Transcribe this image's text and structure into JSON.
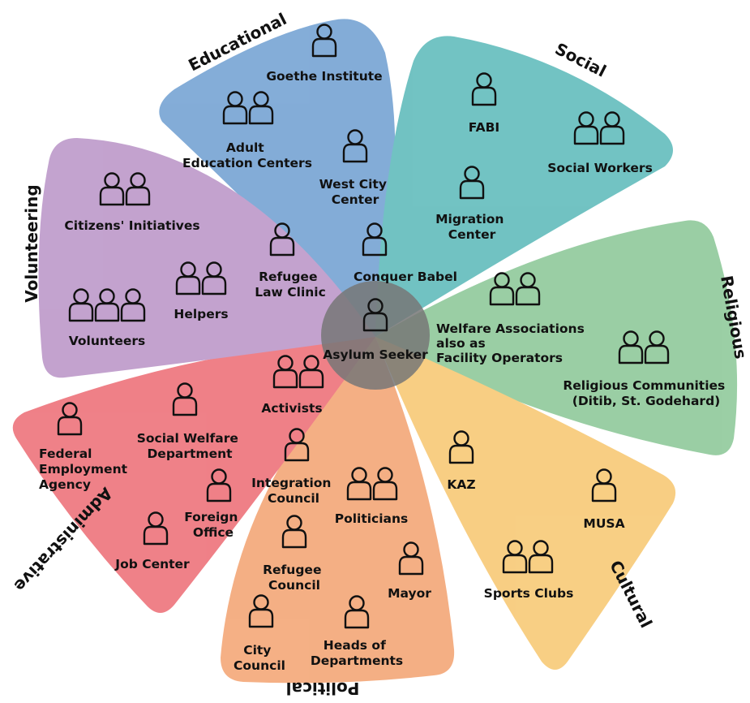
{
  "center": {
    "label": "Asylum Seeker"
  },
  "categories": {
    "educational": "Educational",
    "social": "Social",
    "religious": "Religious",
    "cultural": "Cultural",
    "political": "Political",
    "administrative": "Administrative",
    "volunteering": "Volunteering"
  },
  "actors": {
    "goethe_institute": [
      "Goethe Institute"
    ],
    "adult_education_centers": [
      "Adult",
      "Education Centers"
    ],
    "west_city_center": [
      "West City",
      "Center"
    ],
    "conquer_babel": [
      "Conquer Babel"
    ],
    "fabi": [
      "FABI"
    ],
    "social_workers": [
      "Social Workers"
    ],
    "migration_center": [
      "Migration",
      "Center"
    ],
    "welfare_associations": [
      "Welfare Associations",
      "also as",
      "Facility Operators"
    ],
    "religious_communities": [
      "Religious Communities",
      "(Ditib, St. Godehard)"
    ],
    "kaz": [
      "KAZ"
    ],
    "musa": [
      "MUSA"
    ],
    "sports_clubs": [
      "Sports Clubs"
    ],
    "politicians": [
      "Politicians"
    ],
    "mayor": [
      "Mayor"
    ],
    "refugee_council": [
      "Refugee",
      "Council"
    ],
    "integration_council": [
      "Integration",
      "Council"
    ],
    "city_council": [
      "City",
      "Council"
    ],
    "heads_of_departments": [
      "Heads of",
      "Departments"
    ],
    "federal_employment_agency": [
      "Federal",
      "Employment",
      "Agency"
    ],
    "social_welfare_department": [
      "Social Welfare",
      "Department"
    ],
    "foreign_office": [
      "Foreign",
      "Office"
    ],
    "job_center": [
      "Job Center"
    ],
    "activists": [
      "Activists"
    ],
    "citizens_initiatives": [
      "Citizens' Initiatives"
    ],
    "helpers": [
      "Helpers"
    ],
    "volunteers": [
      "Volunteers"
    ],
    "refugee_law_clinic": [
      "Refugee",
      "Law Clinic"
    ]
  },
  "colors": {
    "educational": "#4a86c5",
    "social": "#2fa6a6",
    "religious": "#6bb87a",
    "cultural": "#f5b84a",
    "political": "#f08a4b",
    "administrative": "#e8454f",
    "volunteering": "#a777b8",
    "center": "#777777"
  }
}
